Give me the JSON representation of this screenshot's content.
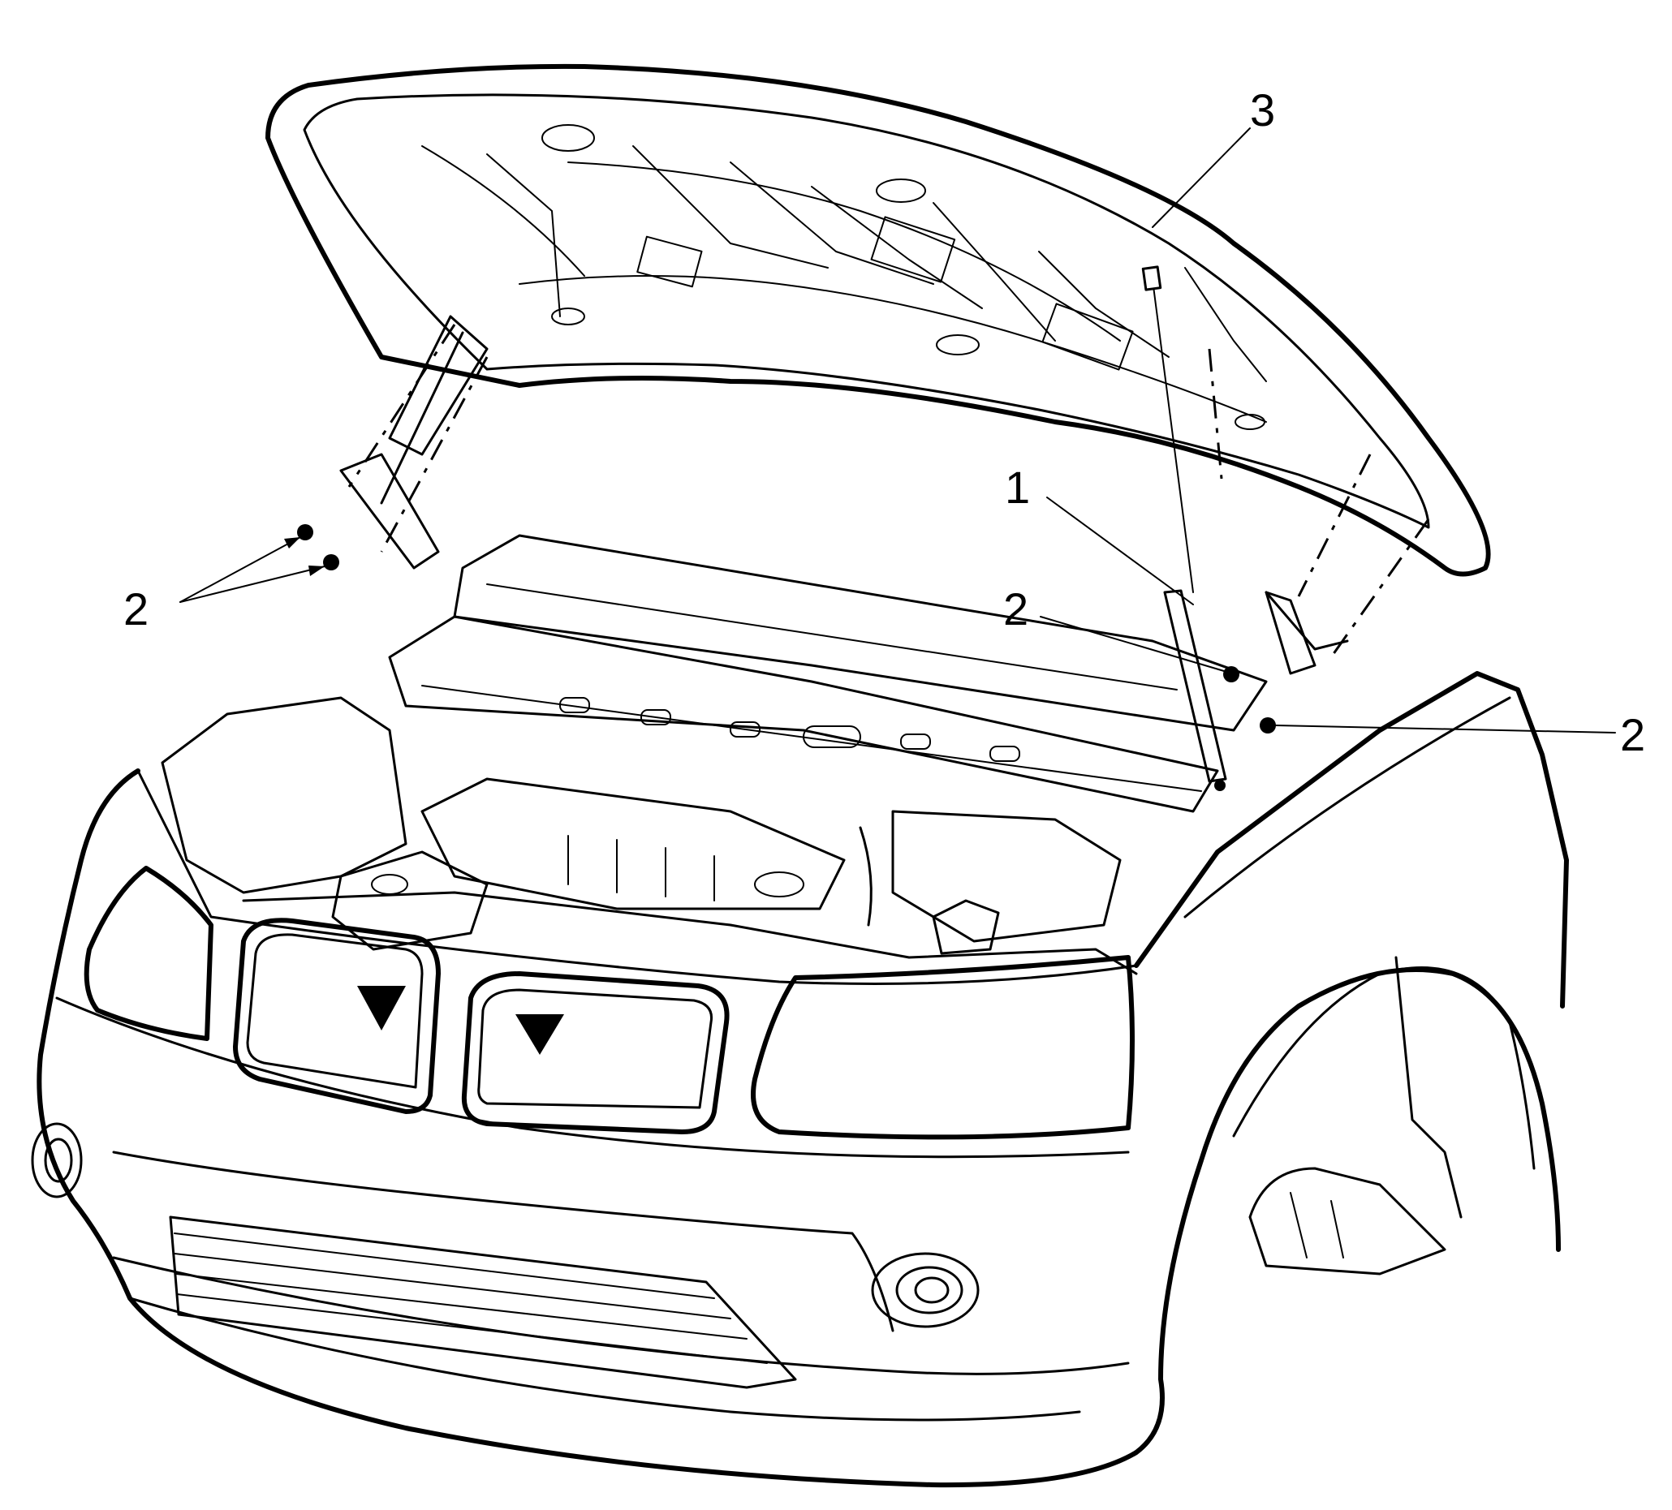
{
  "callouts": {
    "strut": "1",
    "bolt_upper_left": "2",
    "bolt_center_right": "2",
    "bolt_far_right": "2",
    "hood": "3"
  }
}
